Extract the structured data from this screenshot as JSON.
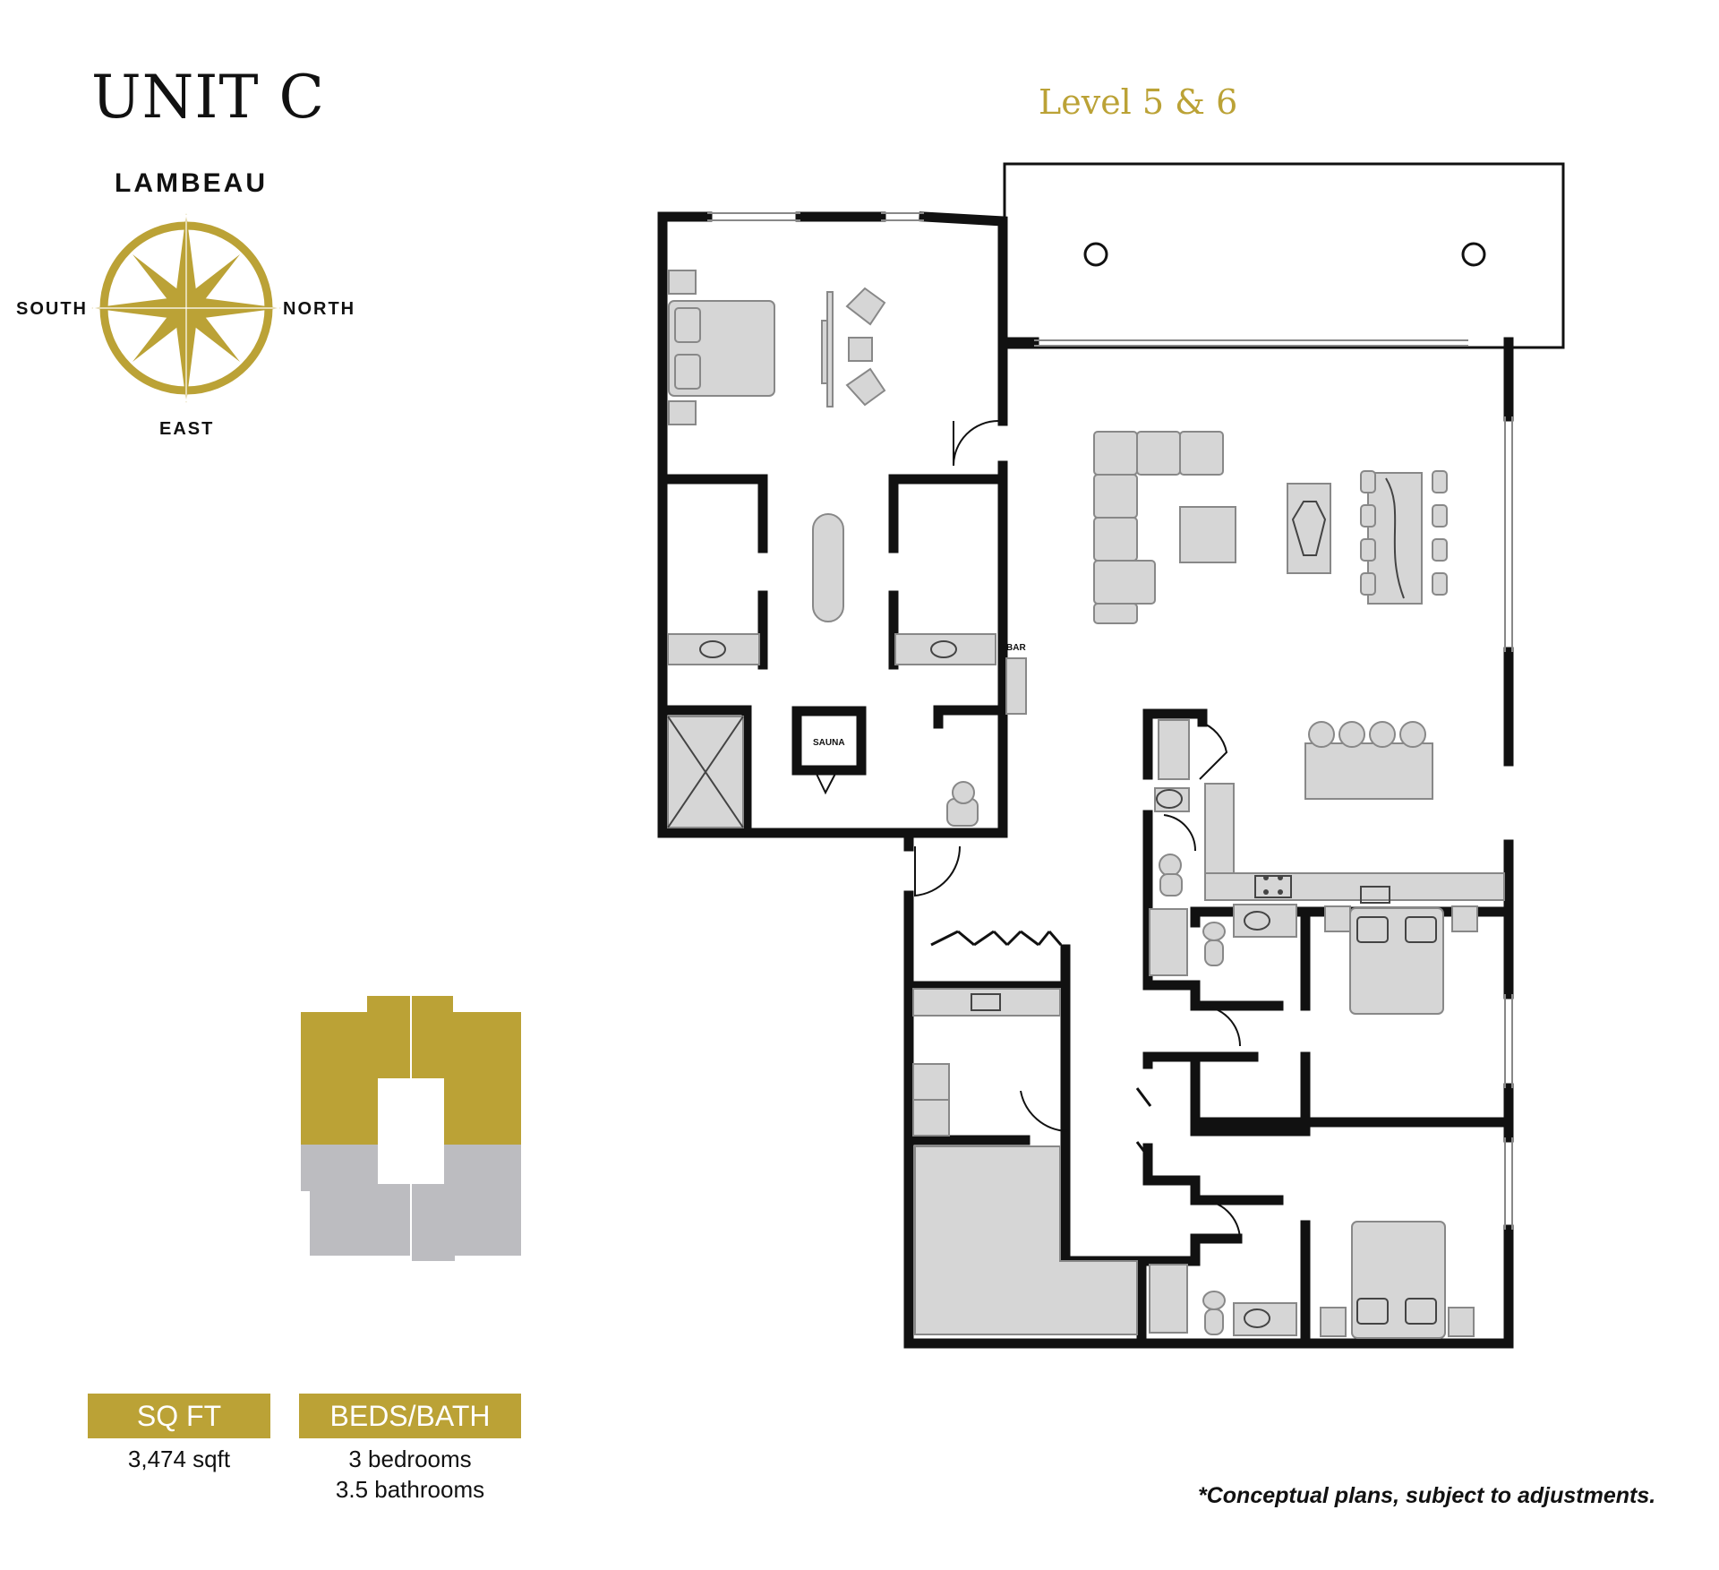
{
  "header": {
    "unit_title": "UNIT C",
    "level_label": "Level 5 & 6"
  },
  "compass": {
    "name": "LAMBEAU",
    "west_label": "SOUTH",
    "east_label": "NORTH",
    "south_label": "EAST"
  },
  "floorplan": {
    "bar_label": "BAR",
    "sauna_label": "SAUNA"
  },
  "stats": {
    "sqft_header": "SQ FT",
    "sqft_value": "3,474 sqft",
    "beds_header": "BEDS/BATH",
    "beds_value": "3 bedrooms",
    "baths_value": "3.5 bathrooms"
  },
  "footer": {
    "disclaimer": "*Conceptual plans, subject to adjustments."
  },
  "colors": {
    "gold": "#bba236",
    "grey": "#bcbcc0",
    "wall": "#111111",
    "furniture": "#d6d6d6"
  }
}
